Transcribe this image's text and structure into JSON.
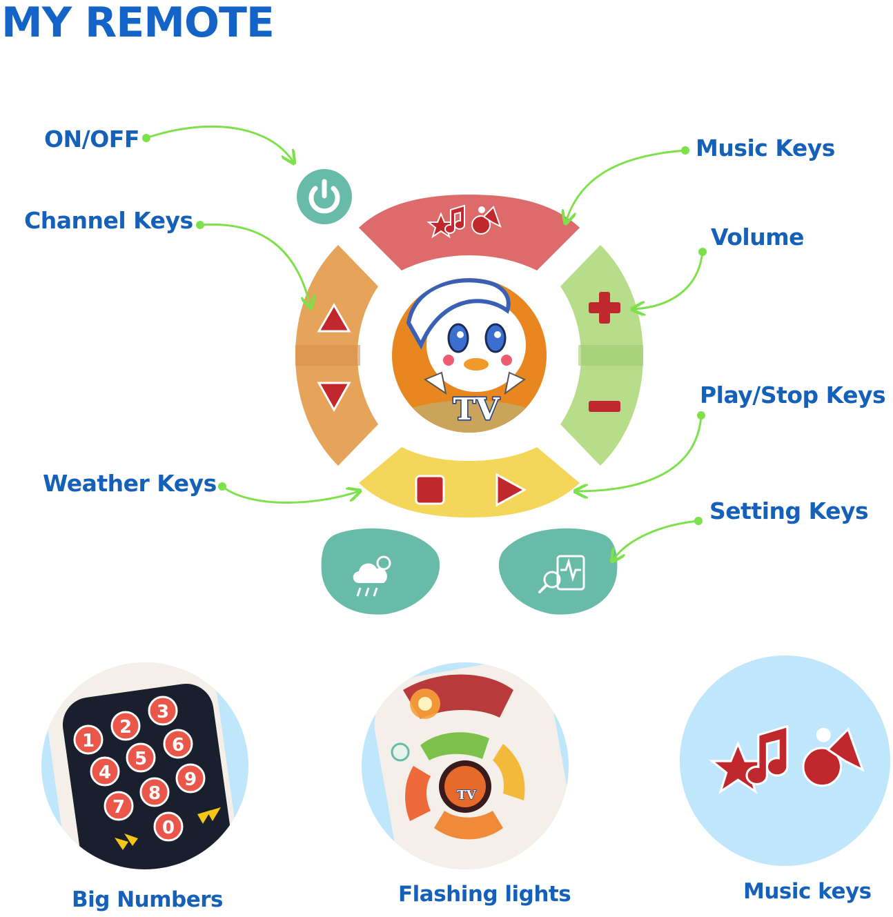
{
  "title": "MY REMOTE",
  "callouts": {
    "on_off": "ON/OFF",
    "channel_keys": "Channel Keys",
    "weather_keys": "Weather Keys",
    "music_keys": "Music Keys",
    "volume": "Volume",
    "play_stop_keys": "Play/Stop Keys",
    "setting_keys": "Setting Keys"
  },
  "center_badge": "TV",
  "bubble_badge": "TV",
  "keypad_numbers": [
    "1",
    "2",
    "3",
    "4",
    "5",
    "6",
    "7",
    "8",
    "9",
    "0"
  ],
  "volume_plus": "+",
  "volume_minus": "−",
  "features": [
    {
      "caption": "Big Numbers"
    },
    {
      "caption": "Flashing lights"
    },
    {
      "caption": "Music keys"
    }
  ],
  "colors": {
    "title": "#1464c8",
    "label": "#1560b8",
    "arrow": "#7ee04a",
    "music_key": "#dd6b6b",
    "channel_key": "#e6a45a",
    "volume_key": "#b7dc8a",
    "play_key": "#f4d75a",
    "weather_setting_key": "#67bba8",
    "bubble_bg": "#bfe6fa",
    "icon_red": "#c1282d"
  }
}
